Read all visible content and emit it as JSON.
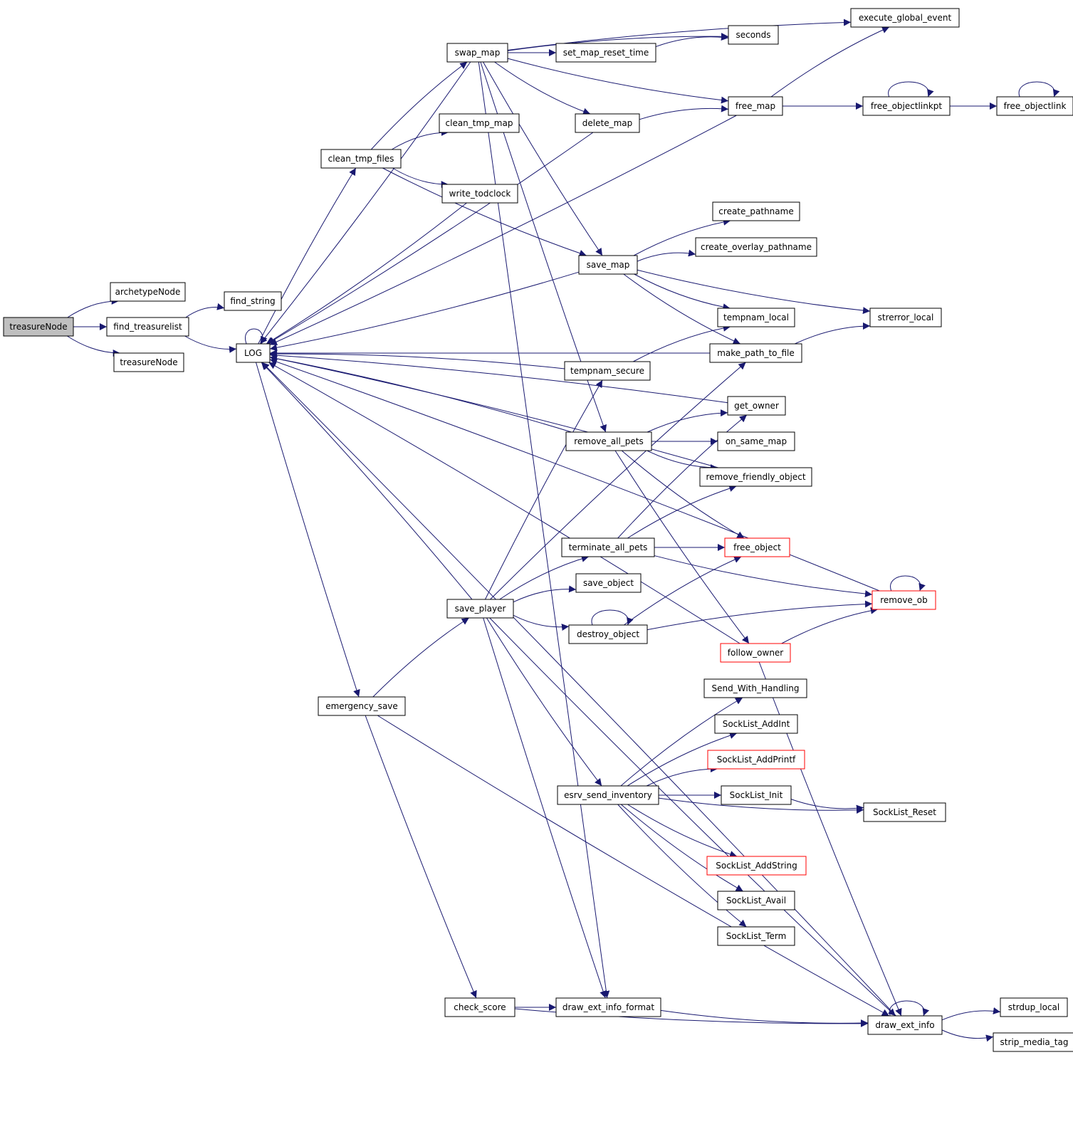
{
  "colors": {
    "edge": "#191970",
    "root_fill": "#bfbfbf",
    "partial_border": "#ff0000",
    "node_border": "#000000"
  },
  "nodes": {
    "treasureNode_root": {
      "label": "treasureNode",
      "style": "root"
    },
    "archetypeNode": {
      "label": "archetypeNode"
    },
    "find_treasurelist": {
      "label": "find_treasurelist"
    },
    "treasureNode_callee": {
      "label": "treasureNode"
    },
    "find_string": {
      "label": "find_string"
    },
    "LOG": {
      "label": "LOG"
    },
    "swap_map": {
      "label": "swap_map"
    },
    "set_map_reset_time": {
      "label": "set_map_reset_time"
    },
    "seconds": {
      "label": "seconds"
    },
    "execute_global_event": {
      "label": "execute_global_event"
    },
    "free_map": {
      "label": "free_map"
    },
    "free_objectlinkpt": {
      "label": "free_objectlinkpt"
    },
    "free_objectlink": {
      "label": "free_objectlink"
    },
    "delete_map": {
      "label": "delete_map"
    },
    "clean_tmp_map": {
      "label": "clean_tmp_map"
    },
    "clean_tmp_files": {
      "label": "clean_tmp_files"
    },
    "write_todclock": {
      "label": "write_todclock"
    },
    "create_pathname": {
      "label": "create_pathname"
    },
    "create_overlay_pathname": {
      "label": "create_overlay_pathname"
    },
    "save_map": {
      "label": "save_map"
    },
    "tempnam_local": {
      "label": "tempnam_local"
    },
    "strerror_local": {
      "label": "strerror_local"
    },
    "make_path_to_file": {
      "label": "make_path_to_file"
    },
    "tempnam_secure": {
      "label": "tempnam_secure"
    },
    "get_owner": {
      "label": "get_owner"
    },
    "remove_all_pets": {
      "label": "remove_all_pets"
    },
    "on_same_map": {
      "label": "on_same_map"
    },
    "remove_friendly_object": {
      "label": "remove_friendly_object"
    },
    "terminate_all_pets": {
      "label": "terminate_all_pets"
    },
    "free_object": {
      "label": "free_object",
      "style": "partial"
    },
    "save_object": {
      "label": "save_object"
    },
    "remove_ob": {
      "label": "remove_ob",
      "style": "partial"
    },
    "save_player": {
      "label": "save_player"
    },
    "destroy_object": {
      "label": "destroy_object"
    },
    "follow_owner": {
      "label": "follow_owner",
      "style": "partial"
    },
    "emergency_save": {
      "label": "emergency_save"
    },
    "Send_With_Handling": {
      "label": "Send_With_Handling"
    },
    "SockList_AddInt": {
      "label": "SockList_AddInt"
    },
    "SockList_AddPrintf": {
      "label": "SockList_AddPrintf",
      "style": "partial"
    },
    "esrv_send_inventory": {
      "label": "esrv_send_inventory"
    },
    "SockList_Init": {
      "label": "SockList_Init"
    },
    "SockList_Reset": {
      "label": "SockList_Reset"
    },
    "SockList_AddString": {
      "label": "SockList_AddString",
      "style": "partial"
    },
    "SockList_Avail": {
      "label": "SockList_Avail"
    },
    "SockList_Term": {
      "label": "SockList_Term"
    },
    "check_score": {
      "label": "check_score"
    },
    "draw_ext_info_format": {
      "label": "draw_ext_info_format"
    },
    "draw_ext_info": {
      "label": "draw_ext_info"
    },
    "strdup_local": {
      "label": "strdup_local"
    },
    "strip_media_tag": {
      "label": "strip_media_tag"
    }
  },
  "edges": [
    [
      "treasureNode_root",
      "archetypeNode"
    ],
    [
      "treasureNode_root",
      "find_treasurelist"
    ],
    [
      "treasureNode_root",
      "treasureNode_callee"
    ],
    [
      "find_treasurelist",
      "find_string"
    ],
    [
      "find_treasurelist",
      "LOG"
    ],
    [
      "LOG",
      "LOG"
    ],
    [
      "swap_map",
      "set_map_reset_time"
    ],
    [
      "swap_map",
      "seconds"
    ],
    [
      "swap_map",
      "execute_global_event"
    ],
    [
      "swap_map",
      "free_map"
    ],
    [
      "swap_map",
      "delete_map"
    ],
    [
      "swap_map",
      "save_map"
    ],
    [
      "swap_map",
      "remove_all_pets"
    ],
    [
      "swap_map",
      "draw_ext_info_format"
    ],
    [
      "swap_map",
      "LOG"
    ],
    [
      "set_map_reset_time",
      "seconds"
    ],
    [
      "free_map",
      "execute_global_event"
    ],
    [
      "free_map",
      "free_objectlinkpt"
    ],
    [
      "free_map",
      "LOG"
    ],
    [
      "free_objectlinkpt",
      "free_objectlinkpt"
    ],
    [
      "free_objectlinkpt",
      "free_objectlink"
    ],
    [
      "free_objectlink",
      "free_objectlink"
    ],
    [
      "delete_map",
      "free_map"
    ],
    [
      "delete_map",
      "LOG"
    ],
    [
      "clean_tmp_files",
      "swap_map"
    ],
    [
      "clean_tmp_files",
      "clean_tmp_map"
    ],
    [
      "clean_tmp_files",
      "write_todclock"
    ],
    [
      "clean_tmp_files",
      "save_map"
    ],
    [
      "write_todclock",
      "LOG"
    ],
    [
      "save_map",
      "create_pathname"
    ],
    [
      "save_map",
      "create_overlay_pathname"
    ],
    [
      "save_map",
      "tempnam_local"
    ],
    [
      "save_map",
      "strerror_local"
    ],
    [
      "save_map",
      "make_path_to_file"
    ],
    [
      "save_map",
      "LOG"
    ],
    [
      "make_path_to_file",
      "strerror_local"
    ],
    [
      "make_path_to_file",
      "LOG"
    ],
    [
      "tempnam_secure",
      "tempnam_local"
    ],
    [
      "tempnam_secure",
      "LOG"
    ],
    [
      "get_owner",
      "LOG"
    ],
    [
      "remove_all_pets",
      "get_owner"
    ],
    [
      "remove_all_pets",
      "on_same_map"
    ],
    [
      "remove_all_pets",
      "remove_friendly_object"
    ],
    [
      "remove_all_pets",
      "free_object"
    ],
    [
      "remove_all_pets",
      "follow_owner"
    ],
    [
      "remove_all_pets",
      "LOG"
    ],
    [
      "remove_friendly_object",
      "LOG"
    ],
    [
      "terminate_all_pets",
      "get_owner"
    ],
    [
      "terminate_all_pets",
      "remove_friendly_object"
    ],
    [
      "terminate_all_pets",
      "free_object"
    ],
    [
      "terminate_all_pets",
      "remove_ob"
    ],
    [
      "remove_ob",
      "remove_ob"
    ],
    [
      "remove_ob",
      "LOG"
    ],
    [
      "save_player",
      "tempnam_secure"
    ],
    [
      "save_player",
      "make_path_to_file"
    ],
    [
      "save_player",
      "terminate_all_pets"
    ],
    [
      "save_player",
      "save_object"
    ],
    [
      "save_player",
      "destroy_object"
    ],
    [
      "save_player",
      "esrv_send_inventory"
    ],
    [
      "save_player",
      "draw_ext_info_format"
    ],
    [
      "save_player",
      "draw_ext_info"
    ],
    [
      "save_player",
      "LOG"
    ],
    [
      "destroy_object",
      "destroy_object"
    ],
    [
      "destroy_object",
      "free_object"
    ],
    [
      "destroy_object",
      "remove_ob"
    ],
    [
      "follow_owner",
      "remove_ob"
    ],
    [
      "follow_owner",
      "draw_ext_info"
    ],
    [
      "follow_owner",
      "LOG"
    ],
    [
      "emergency_save",
      "save_player"
    ],
    [
      "emergency_save",
      "check_score"
    ],
    [
      "emergency_save",
      "draw_ext_info"
    ],
    [
      "LOG",
      "clean_tmp_files"
    ],
    [
      "LOG",
      "emergency_save"
    ],
    [
      "esrv_send_inventory",
      "Send_With_Handling"
    ],
    [
      "esrv_send_inventory",
      "SockList_AddInt"
    ],
    [
      "esrv_send_inventory",
      "SockList_AddPrintf"
    ],
    [
      "esrv_send_inventory",
      "SockList_Init"
    ],
    [
      "esrv_send_inventory",
      "SockList_Reset"
    ],
    [
      "esrv_send_inventory",
      "SockList_AddString"
    ],
    [
      "esrv_send_inventory",
      "SockList_Avail"
    ],
    [
      "esrv_send_inventory",
      "SockList_Term"
    ],
    [
      "SockList_Init",
      "SockList_Reset"
    ],
    [
      "check_score",
      "draw_ext_info_format"
    ],
    [
      "check_score",
      "draw_ext_info"
    ],
    [
      "draw_ext_info_format",
      "draw_ext_info"
    ],
    [
      "draw_ext_info",
      "draw_ext_info"
    ],
    [
      "draw_ext_info",
      "strdup_local"
    ],
    [
      "draw_ext_info",
      "strip_media_tag"
    ],
    [
      "draw_ext_info",
      "LOG"
    ]
  ]
}
